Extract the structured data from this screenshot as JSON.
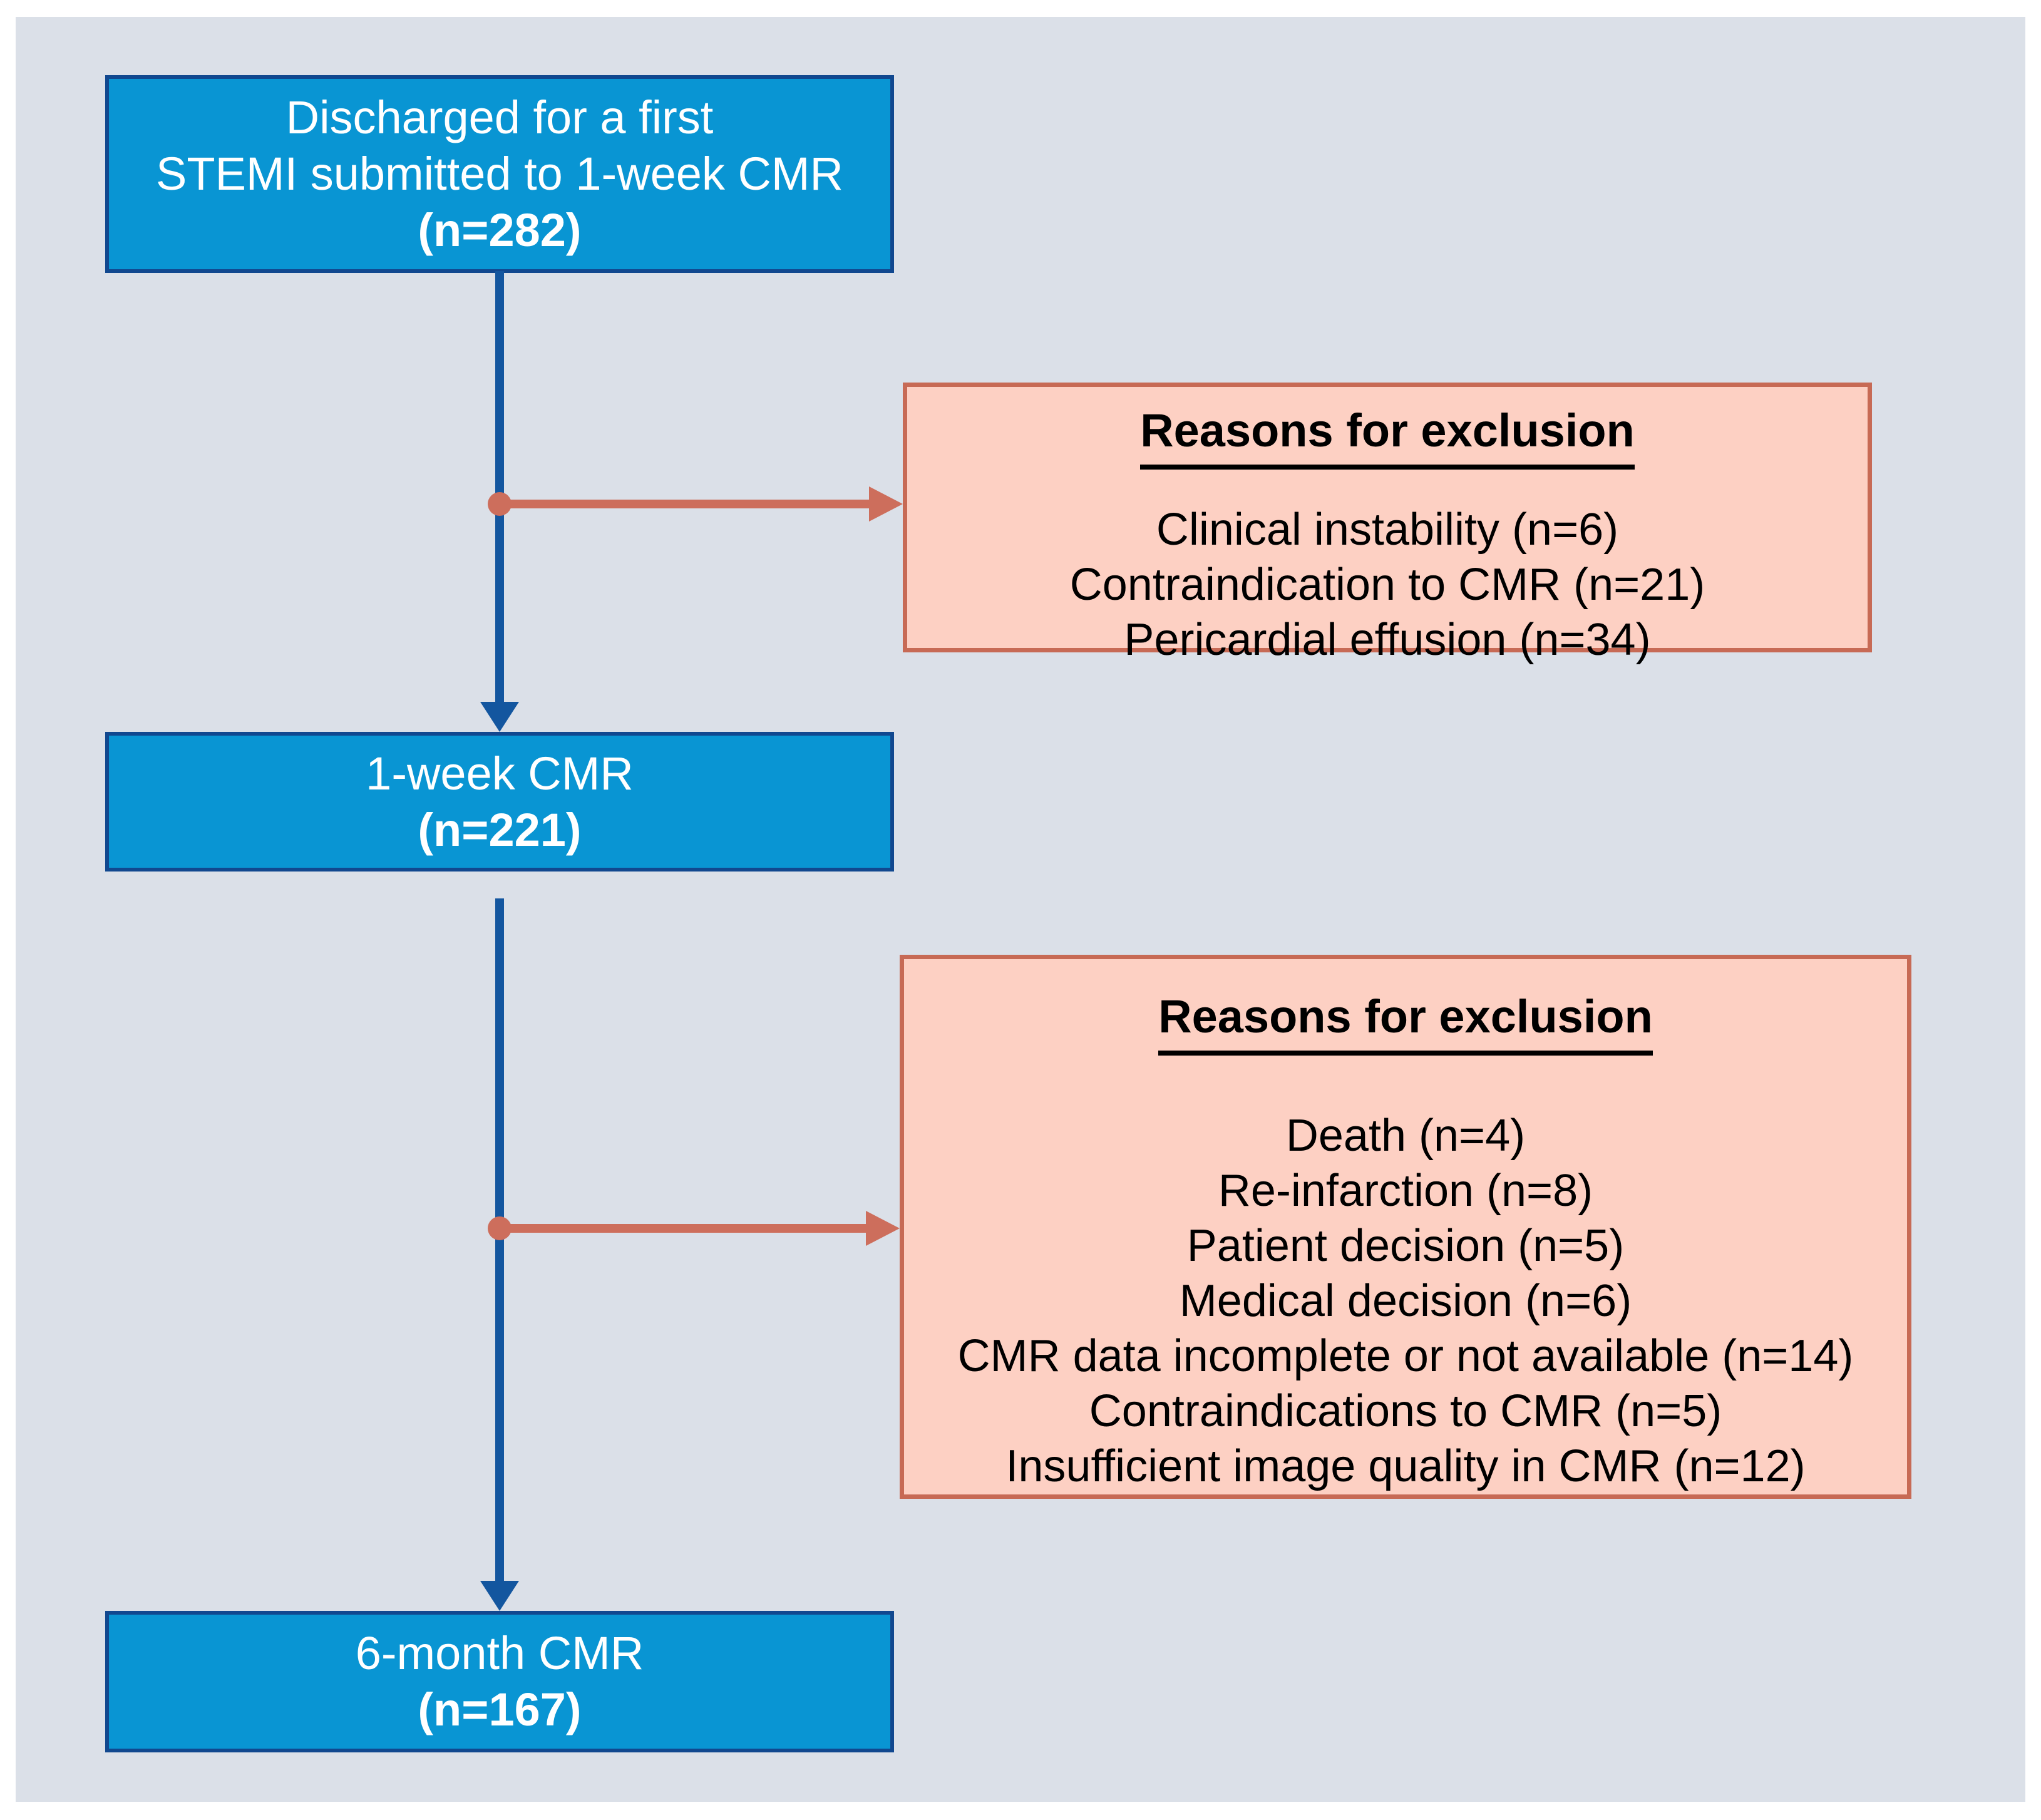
{
  "palette": {
    "background": "#dbe0e8",
    "node_fill": "#0995d3",
    "node_border": "#11488f",
    "node_text": "#ffffff",
    "exclusion_fill": "#fdd0c3",
    "exclusion_border": "#c76a55",
    "exclusion_text": "#000000",
    "connector_blue": "#13569f",
    "connector_salmon": "#cd6e5c"
  },
  "flow": {
    "nodes": [
      {
        "id": "discharged",
        "lines": [
          "Discharged for a first",
          "STEMI submitted to 1-week CMR"
        ],
        "n_label": "(n=282)"
      },
      {
        "id": "week1",
        "lines": [
          "1-week CMR"
        ],
        "n_label": "(n=221)"
      },
      {
        "id": "month6",
        "lines": [
          "6-month CMR"
        ],
        "n_label": "(n=167)"
      }
    ],
    "exclusions": [
      {
        "title": "Reasons for exclusion",
        "items": [
          "Clinical instability (n=6)",
          "Contraindication to CMR (n=21)",
          "Pericardial effusion (n=34)"
        ]
      },
      {
        "title": "Reasons for exclusion",
        "items": [
          "Death (n=4)",
          "Re-infarction (n=8)",
          "Patient decision (n=5)",
          "Medical decision (n=6)",
          "CMR data incomplete or not available (n=14)",
          "Contraindications to CMR (n=5)",
          "Insufficient image quality in CMR (n=12)"
        ]
      }
    ]
  }
}
